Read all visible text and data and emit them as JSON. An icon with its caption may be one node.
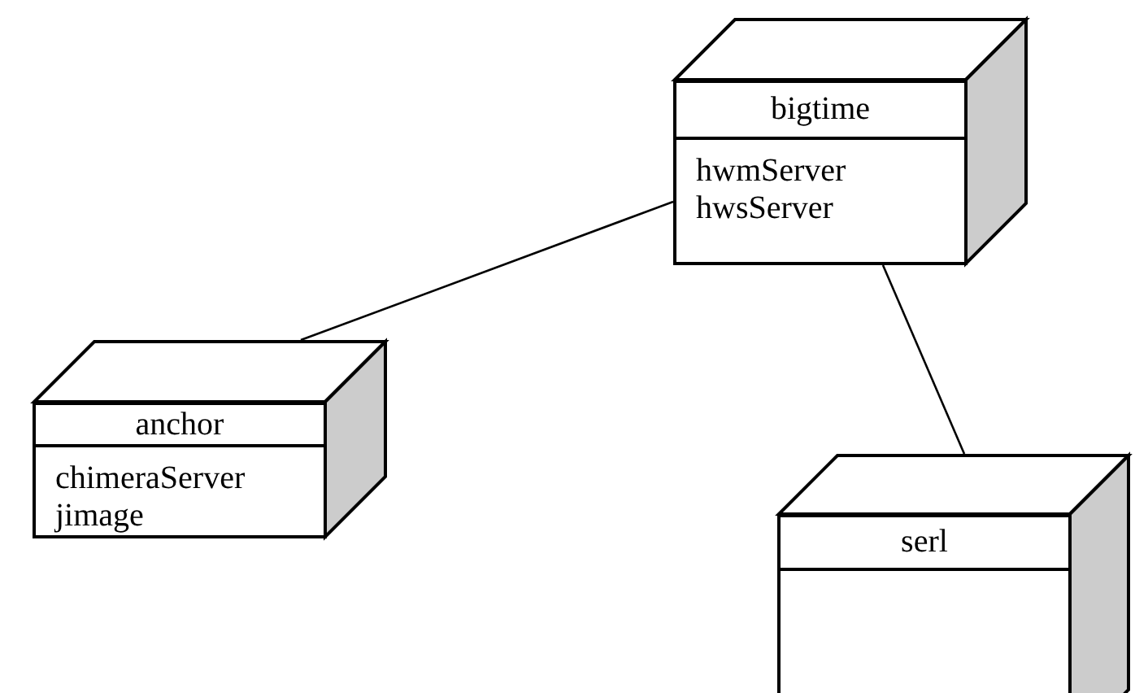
{
  "diagram": {
    "nodes": [
      {
        "text": [
          "bigtime",
          "hwmServer",
          "hwsServer"
        ]
      },
      {
        "text": [
          "anchor",
          "chimeraServer",
          "jimage"
        ]
      },
      {
        "text": [
          "serl"
        ]
      }
    ],
    "edges": [
      {
        "from": 1,
        "to": 0,
        "arrow": "none"
      },
      {
        "from": 0,
        "to": 2,
        "arrow": "none"
      }
    ]
  }
}
